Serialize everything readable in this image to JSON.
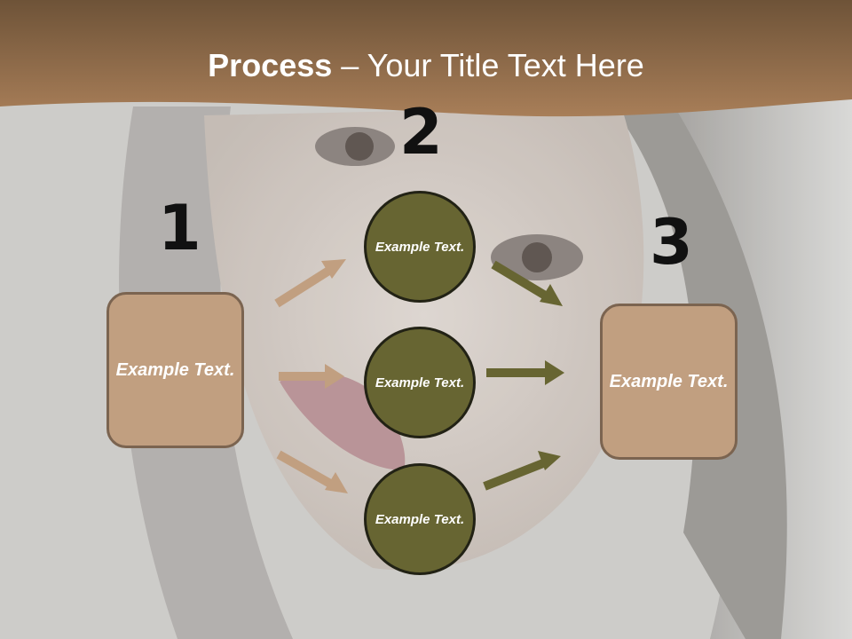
{
  "title": {
    "bold": "Process",
    "rest": " – Your Title Text Here"
  },
  "steps": [
    "1",
    "2",
    "3"
  ],
  "left_box": {
    "text": "Example Text."
  },
  "circles": [
    {
      "text": "Example Text."
    },
    {
      "text": "Example Text."
    },
    {
      "text": "Example Text."
    }
  ],
  "right_box": {
    "text": "Example Text."
  },
  "colors": {
    "header": "#8d6a4a",
    "box_fill": "#c19f80",
    "circle_fill": "#676532",
    "arrow_tan": "#c19f80",
    "arrow_olive": "#676532"
  }
}
